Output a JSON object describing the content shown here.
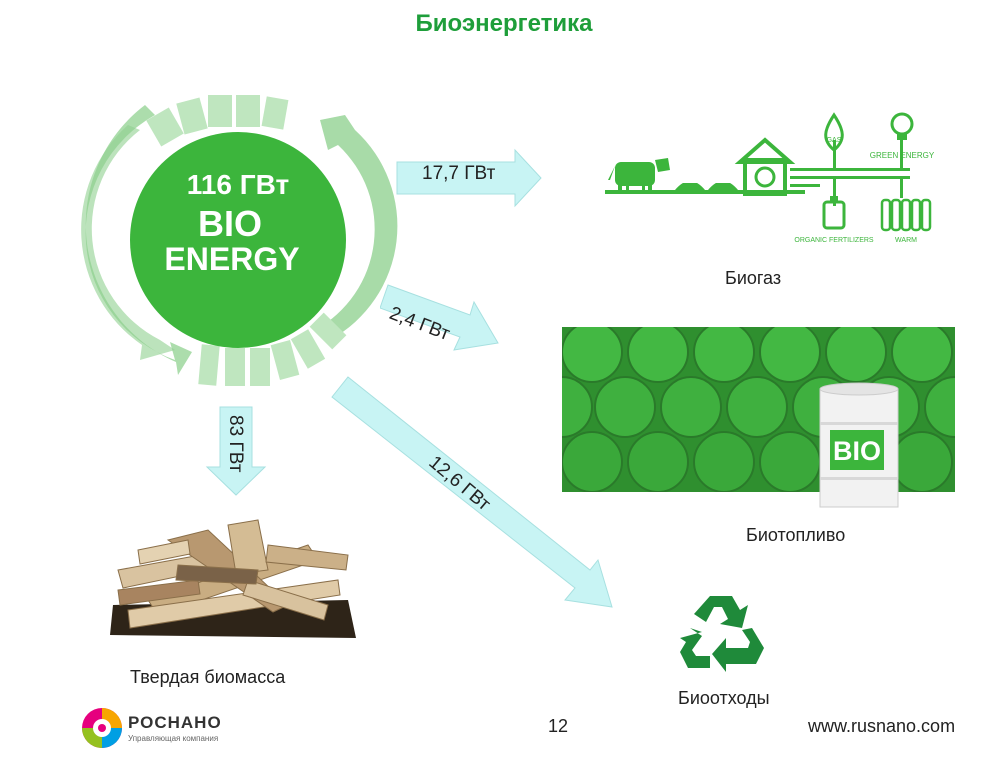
{
  "title": "Биоэнергетика",
  "center": {
    "value": "116 ГВт",
    "line1": "BIO",
    "line2": "ENERGY"
  },
  "flows": [
    {
      "value": "17,7 ГВт",
      "target": "Биогаз"
    },
    {
      "value": "2,4 ГВт",
      "target": "Биотопливо"
    },
    {
      "value": "83 ГВт",
      "target": "Твердая биомасса"
    },
    {
      "value": "12,6 ГВт",
      "target": "Биоотходы"
    }
  ],
  "biogas_icons": {
    "gas": "GAS",
    "green_energy": "GREEN ENERGY",
    "fertilizers": "ORGANIC FERTILIZERS",
    "warm": "WARM"
  },
  "barrel_label": "BIO",
  "footer": {
    "brand": "РОСНАНО",
    "brand_sub": "Управляющая компания",
    "page": "12",
    "url": "www.rusnano.com"
  },
  "colors": {
    "green": "#3cb53c",
    "title_green": "#1e9e3a",
    "arrow": "#c8f4f4",
    "light_green": "#a8dba8"
  },
  "icons": [
    "recycle-icon",
    "cow-icon",
    "house-recycle-icon",
    "gas-flame-icon",
    "light-bulb-icon",
    "fertilizer-canister-icon",
    "radiator-icon",
    "logo-icon"
  ]
}
